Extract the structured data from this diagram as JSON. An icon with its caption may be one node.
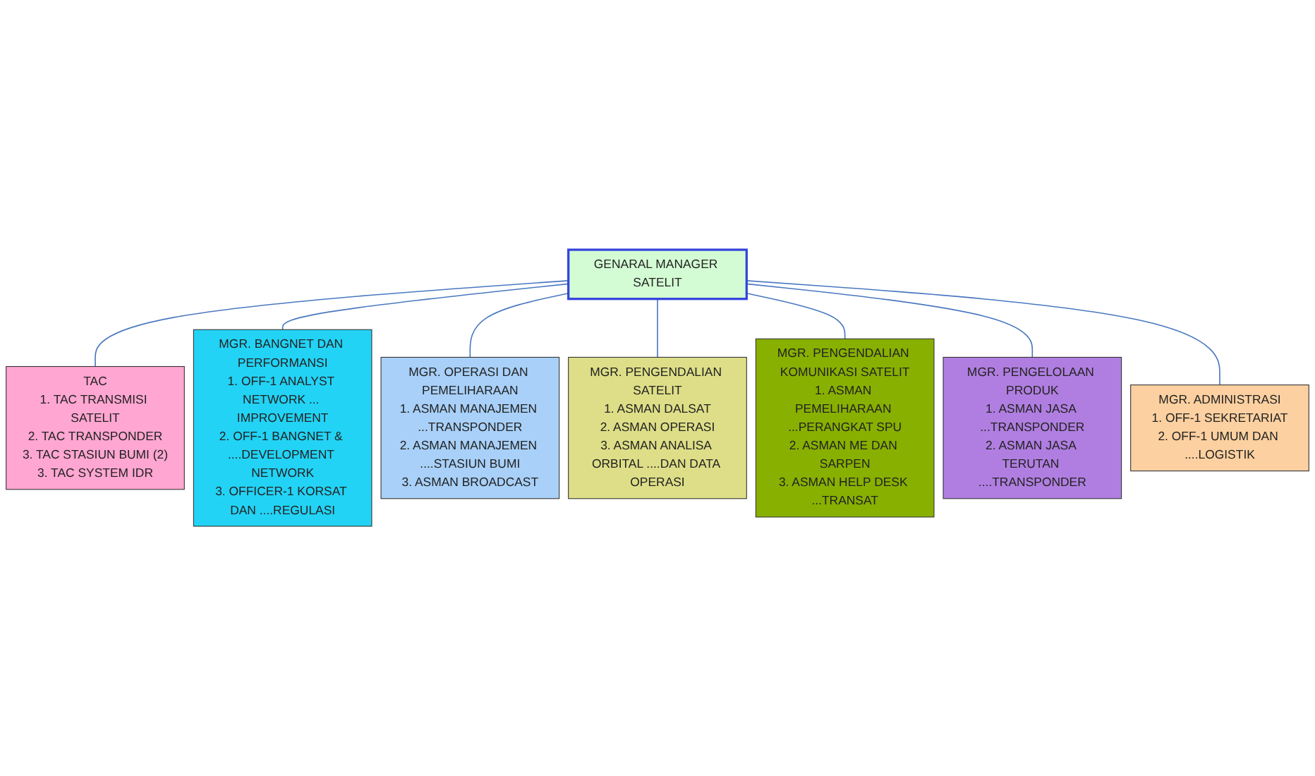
{
  "diagram": {
    "nodes": [
      {
        "text": [
          "GENARAL MANAGER SATELIT"
        ]
      },
      {
        "text": [
          "TAC",
          "1. TAC TRANSMISI SATELIT",
          "2. TAC TRANSPONDER",
          "3. TAC STASIUN BUMI (2)",
          "3. TAC SYSTEM IDR"
        ]
      },
      {
        "text": [
          "MGR. BANGNET DAN PERFORMANSI",
          "1. OFF-1 ANALYST NETWORK ... IMPROVEMENT",
          "2. OFF-1 BANGNET & ....DEVELOPMENT NETWORK",
          "3. OFFICER-1 KORSAT DAN ....REGULASI"
        ]
      },
      {
        "text": [
          "MGR. OPERASI DAN PEMELIHARAAN",
          "1. ASMAN MANAJEMEN ...TRANSPONDER",
          "2. ASMAN MANAJEMEN ....STASIUN BUMI",
          "3. ASMAN BROADCAST"
        ]
      },
      {
        "text": [
          "MGR. PENGENDALIAN SATELIT",
          "1. ASMAN DALSAT",
          "2. ASMAN OPERASI",
          "3. ASMAN ANALISA ORBITAL ....DAN DATA OPERASI"
        ]
      },
      {
        "text": [
          "MGR. PENGENDALIAN KOMUNIKASI SATELIT",
          "1. ASMAN PEMELIHARAAN ...PERANGKAT SPU",
          "2. ASMAN ME DAN SARPEN",
          "3. ASMAN HELP DESK ...TRANSAT"
        ]
      },
      {
        "text": [
          "MGR. PENGELOLAAN PRODUK",
          "1. ASMAN JASA ...TRANSPONDER",
          "2. ASMAN JASA TERUTAN ....TRANSPONDER"
        ]
      },
      {
        "text": [
          "MGR. ADMINISTRASI",
          "1. OFF-1 SEKRETARIAT",
          "2. OFF-1 UMUM DAN ....LOGISTIK"
        ]
      }
    ],
    "edges": [
      {
        "from": 0,
        "to": 1,
        "arrow": "none"
      },
      {
        "from": 0,
        "to": 2,
        "arrow": "none"
      },
      {
        "from": 0,
        "to": 3,
        "arrow": "none"
      },
      {
        "from": 0,
        "to": 4,
        "arrow": "none"
      },
      {
        "from": 0,
        "to": 5,
        "arrow": "none"
      },
      {
        "from": 0,
        "to": 6,
        "arrow": "none"
      },
      {
        "from": 0,
        "to": 7,
        "arrow": "none"
      }
    ]
  }
}
